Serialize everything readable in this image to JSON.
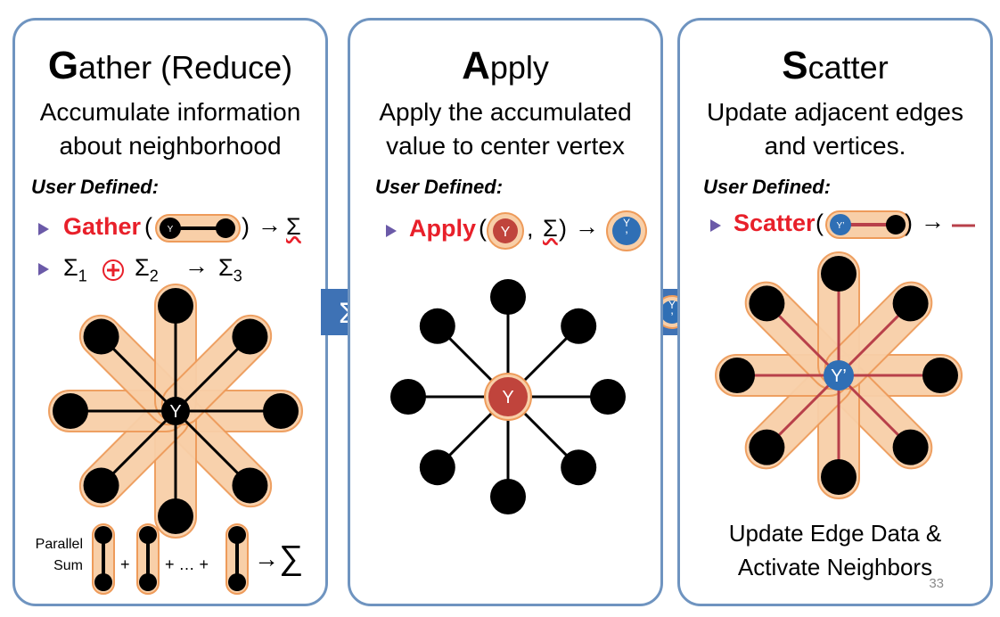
{
  "gather": {
    "title_cap": "G",
    "title_rest": "ather",
    "title_paren": " (Reduce)",
    "subtitle_1": "Accumulate information",
    "subtitle_2": "about neighborhood",
    "user_defined": "User Defined:",
    "fn": "Gather",
    "fn_open": "(",
    "fn_close": ")",
    "arrow": "→",
    "result": "Σ",
    "center_label": "Y",
    "edge_label": "Y",
    "sum_a": "Σ",
    "sum_a_sub": "1",
    "sum_b": "Σ",
    "sum_b_sub": "2",
    "sum_c": "Σ",
    "sum_c_sub": "3",
    "parallel_1": "Parallel",
    "parallel_2": "Sum",
    "plus": "+",
    "ellipsis": "+ … +",
    "sum_arrow": "→",
    "sum_symbol": "∑"
  },
  "flow_arrow_1": {
    "label": "Σ",
    "color": "#3e72b5"
  },
  "flow_arrow_2": {
    "label": "Y",
    "label2": "’",
    "color": "#3e72b5"
  },
  "apply": {
    "title_cap": "A",
    "title_rest": "pply",
    "subtitle_1": "Apply the accumulated",
    "subtitle_2": "value to center vertex",
    "user_defined": "User Defined:",
    "fn": "Apply",
    "fn_open": "(",
    "fn_mid": ", ",
    "fn_sigma": "Σ",
    "fn_close": ")",
    "arrow": "→",
    "fn_arg_label": "Y",
    "result_label": "Y",
    "result_label2": "’",
    "center_label": "Y"
  },
  "scatter": {
    "title_cap": "S",
    "title_rest": "catter",
    "subtitle_1": "Update adjacent edges",
    "subtitle_2": "and vertices.",
    "user_defined": "User Defined:",
    "fn": "Scatter",
    "fn_open": "(",
    "fn_close": ")",
    "arrow": "→",
    "arg_label": "Y’",
    "center_label": "Y’",
    "caption_1": "Update Edge Data &",
    "caption_2": "Activate Neighbors"
  },
  "page_number": "33",
  "colors": {
    "panel_border": "#6f94c0",
    "accent_red": "#e8202a",
    "bullet": "#6b5aa8",
    "capsule_fill": "#f8cfa8",
    "capsule_stroke": "#ee9b5a",
    "edge_red": "#b8404a",
    "center_apply": "#c0443c",
    "center_scatter": "#2f6fb5"
  }
}
